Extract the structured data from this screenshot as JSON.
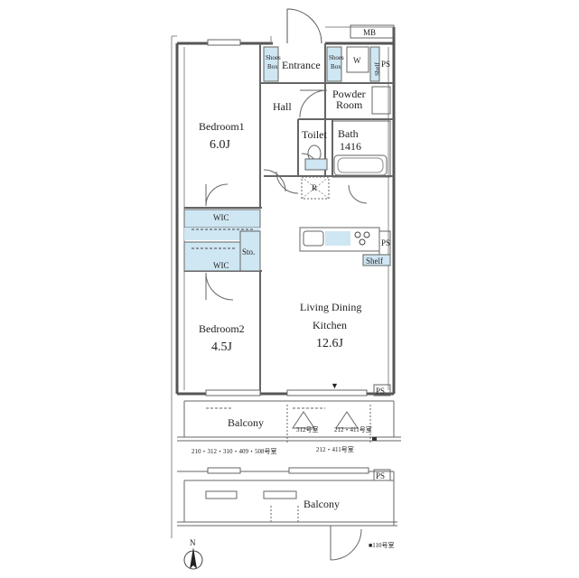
{
  "rooms": {
    "bedroom1": {
      "name": "Bedroom1",
      "size": "6.0J"
    },
    "bedroom2": {
      "name": "Bedroom2",
      "size": "4.5J"
    },
    "ldk": {
      "name_line1": "Living Dining",
      "name_line2": "Kitchen",
      "size": "12.6J"
    },
    "entrance": "Entrance",
    "hall": "Hall",
    "powder_room_line1": "Powder",
    "powder_room_line2": "Room",
    "toilet": "Toilet",
    "bath": "Bath",
    "bath_size": "1416",
    "wic_upper": "WIC",
    "wic_lower": "WIC",
    "storage": "Sto.",
    "washer": "W",
    "refrigerator": "R"
  },
  "labels": {
    "mb": "MB",
    "ps_entry": "PS",
    "ps_kitchen": "PS",
    "ps_balcony1": "PS",
    "ps_balcony2": "PS",
    "shoes_box_left_line1": "Shoes",
    "shoes_box_left_line2": "Box",
    "shoes_box_right_line1": "Shoes",
    "shoes_box_right_line2": "Box",
    "shelf_entry": "Shelf",
    "shelf_kitchen": "Shelf",
    "balcony_upper": "Balcony",
    "balcony_lower": "Balcony",
    "unit_312": "312号室",
    "unit_212_411_a": "212・411号室",
    "unit_list_left": "210・312・310・409・508号室",
    "unit_212_411_b": "212・411号室",
    "unit_110": "■110号室",
    "north": "N"
  }
}
